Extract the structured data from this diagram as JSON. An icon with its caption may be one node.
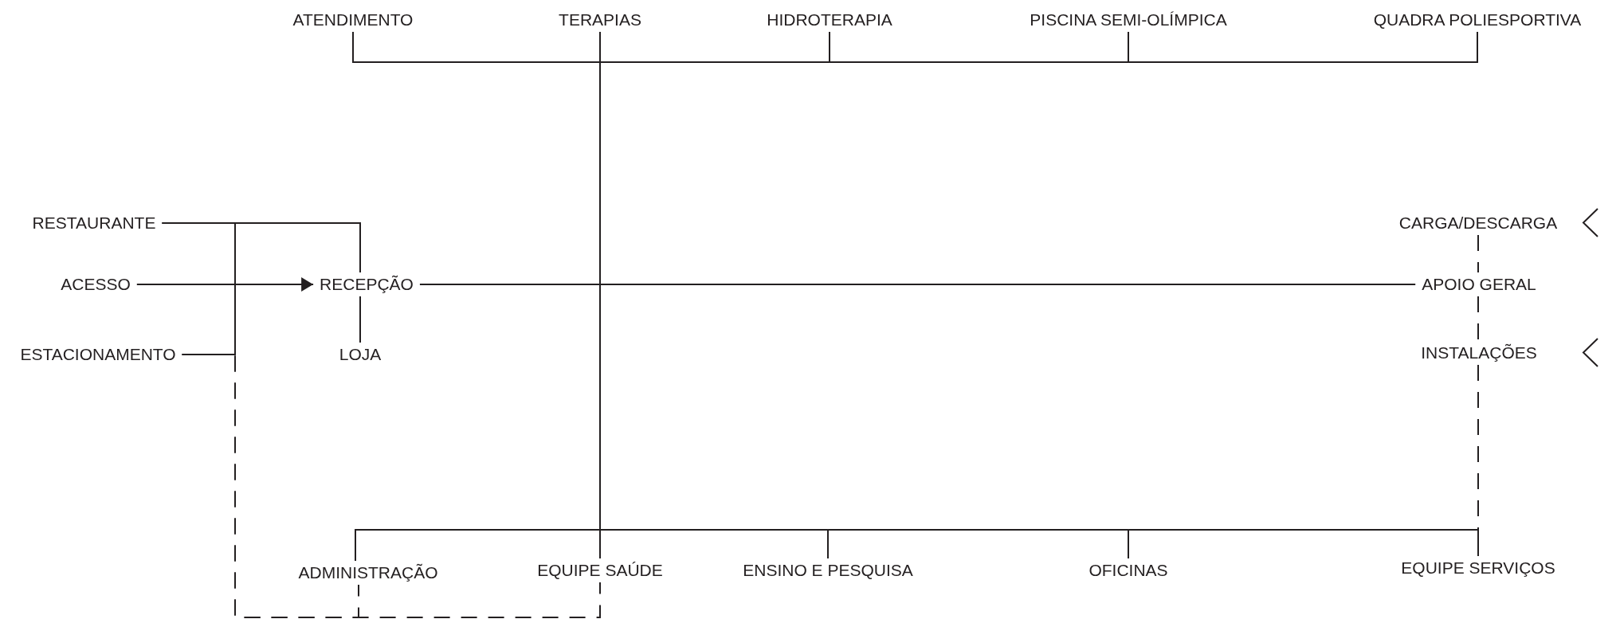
{
  "diagram": {
    "nodes": [
      {
        "text": [
          "ATENDIMENTO"
        ]
      },
      {
        "text": [
          "TERAPIAS"
        ]
      },
      {
        "text": [
          "HIDROTERAPIA"
        ]
      },
      {
        "text": [
          "PISCINA SEMI-OLÍMPICA"
        ]
      },
      {
        "text": [
          "QUADRA POLIESPORTIVA"
        ]
      },
      {
        "text": [
          "RESTAURANTE"
        ]
      },
      {
        "text": [
          "CARGA/DESCARGA"
        ]
      },
      {
        "text": [
          "ACESSO"
        ]
      },
      {
        "text": [
          "RECEPÇÃO"
        ]
      },
      {
        "text": [
          "APOIO GERAL"
        ]
      },
      {
        "text": [
          "ESTACIONAMENTO"
        ]
      },
      {
        "text": [
          "LOJA"
        ]
      },
      {
        "text": [
          "INSTALAÇÕES"
        ]
      },
      {
        "text": [
          "ADMINISTRAÇÃO"
        ]
      },
      {
        "text": [
          "EQUIPE SAÚDE"
        ]
      },
      {
        "text": [
          "ENSINO E PESQUISA"
        ]
      },
      {
        "text": [
          "OFICINAS"
        ]
      },
      {
        "text": [
          "EQUIPE SERVIÇOS"
        ]
      }
    ],
    "edges": [
      {
        "from": 0,
        "to": 1,
        "arrow": "none"
      },
      {
        "from": 1,
        "to": 2,
        "arrow": "none"
      },
      {
        "from": 2,
        "to": 3,
        "arrow": "none"
      },
      {
        "from": 3,
        "to": 4,
        "arrow": "none"
      },
      {
        "from": 1,
        "to": 14,
        "arrow": "none"
      },
      {
        "from": 5,
        "to": 8,
        "arrow": "none"
      },
      {
        "from": 5,
        "to": 10,
        "arrow": "none"
      },
      {
        "from": 7,
        "to": 8,
        "arrow": "to"
      },
      {
        "from": 8,
        "to": 11,
        "arrow": "none"
      },
      {
        "from": 8,
        "to": 9,
        "arrow": "none"
      },
      {
        "from": 10,
        "to": 13,
        "arrow": "none",
        "style": "dashed"
      },
      {
        "from": 10,
        "to": 14,
        "arrow": "none",
        "style": "dashed"
      },
      {
        "from": 13,
        "to": 14,
        "arrow": "none"
      },
      {
        "from": 14,
        "to": 15,
        "arrow": "none"
      },
      {
        "from": 15,
        "to": 16,
        "arrow": "none"
      },
      {
        "from": 16,
        "to": 17,
        "arrow": "none"
      },
      {
        "from": 6,
        "to": 9,
        "arrow": "none",
        "style": "dashed"
      },
      {
        "from": 9,
        "to": 12,
        "arrow": "none",
        "style": "dashed"
      },
      {
        "from": 12,
        "to": 17,
        "arrow": "none",
        "style": "dashed"
      }
    ]
  }
}
